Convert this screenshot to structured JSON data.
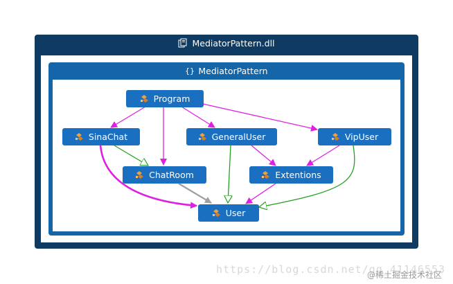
{
  "assembly": {
    "title": "MediatorPattern.dll"
  },
  "namespace": {
    "title": "MediatorPattern"
  },
  "nodes": {
    "program": "Program",
    "sinachat": "SinaChat",
    "generaluser": "GeneralUser",
    "vipuser": "VipUser",
    "chatroom": "ChatRoom",
    "extentions": "Extentions",
    "user": "User"
  },
  "colors": {
    "uses_edge": "#e020e0",
    "inherits_edge": "#22a022",
    "other_edge": "#a0a0a0",
    "assembly_bg": "#0f3a62",
    "namespace_bg": "#1565a9",
    "node_bg": "#1a6fc0"
  },
  "watermark": {
    "url": "https://blog.csdn.net/qq_41146553",
    "community": "@稀土掘金技术社区"
  }
}
